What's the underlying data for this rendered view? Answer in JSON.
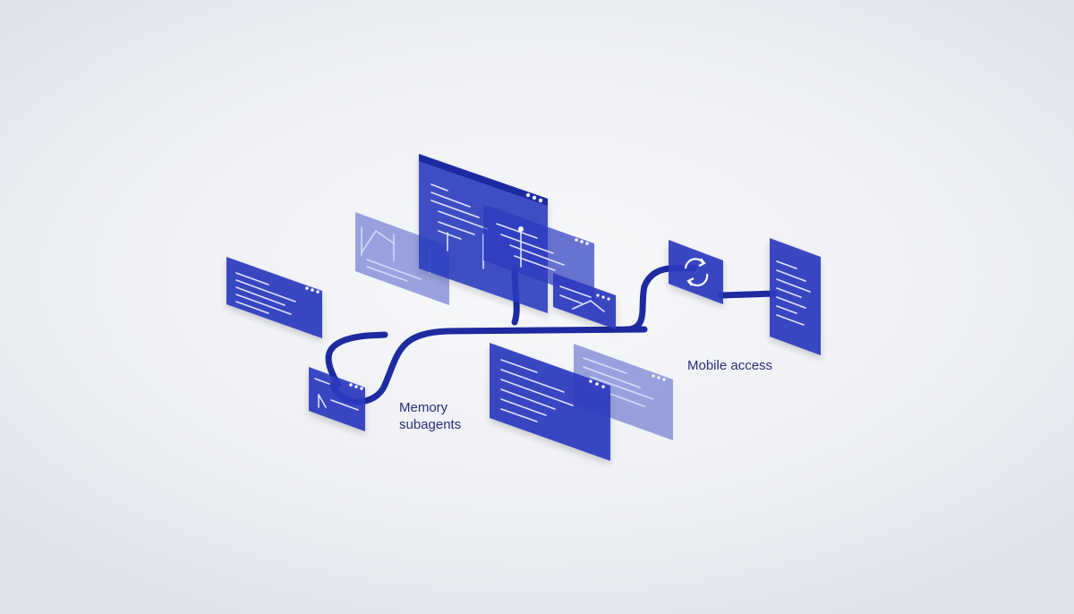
{
  "colors": {
    "accent": "#2b3bbf",
    "connector": "#1d2aa0",
    "label_text": "#2a2f7a",
    "window_line": "#dfe3ff"
  },
  "labels": {
    "memory": [
      "Memory",
      "subagents"
    ],
    "mobile": "Mobile access"
  },
  "icons": [
    "window-icon",
    "sync-icon",
    "dots-icon",
    "phone-icon"
  ]
}
